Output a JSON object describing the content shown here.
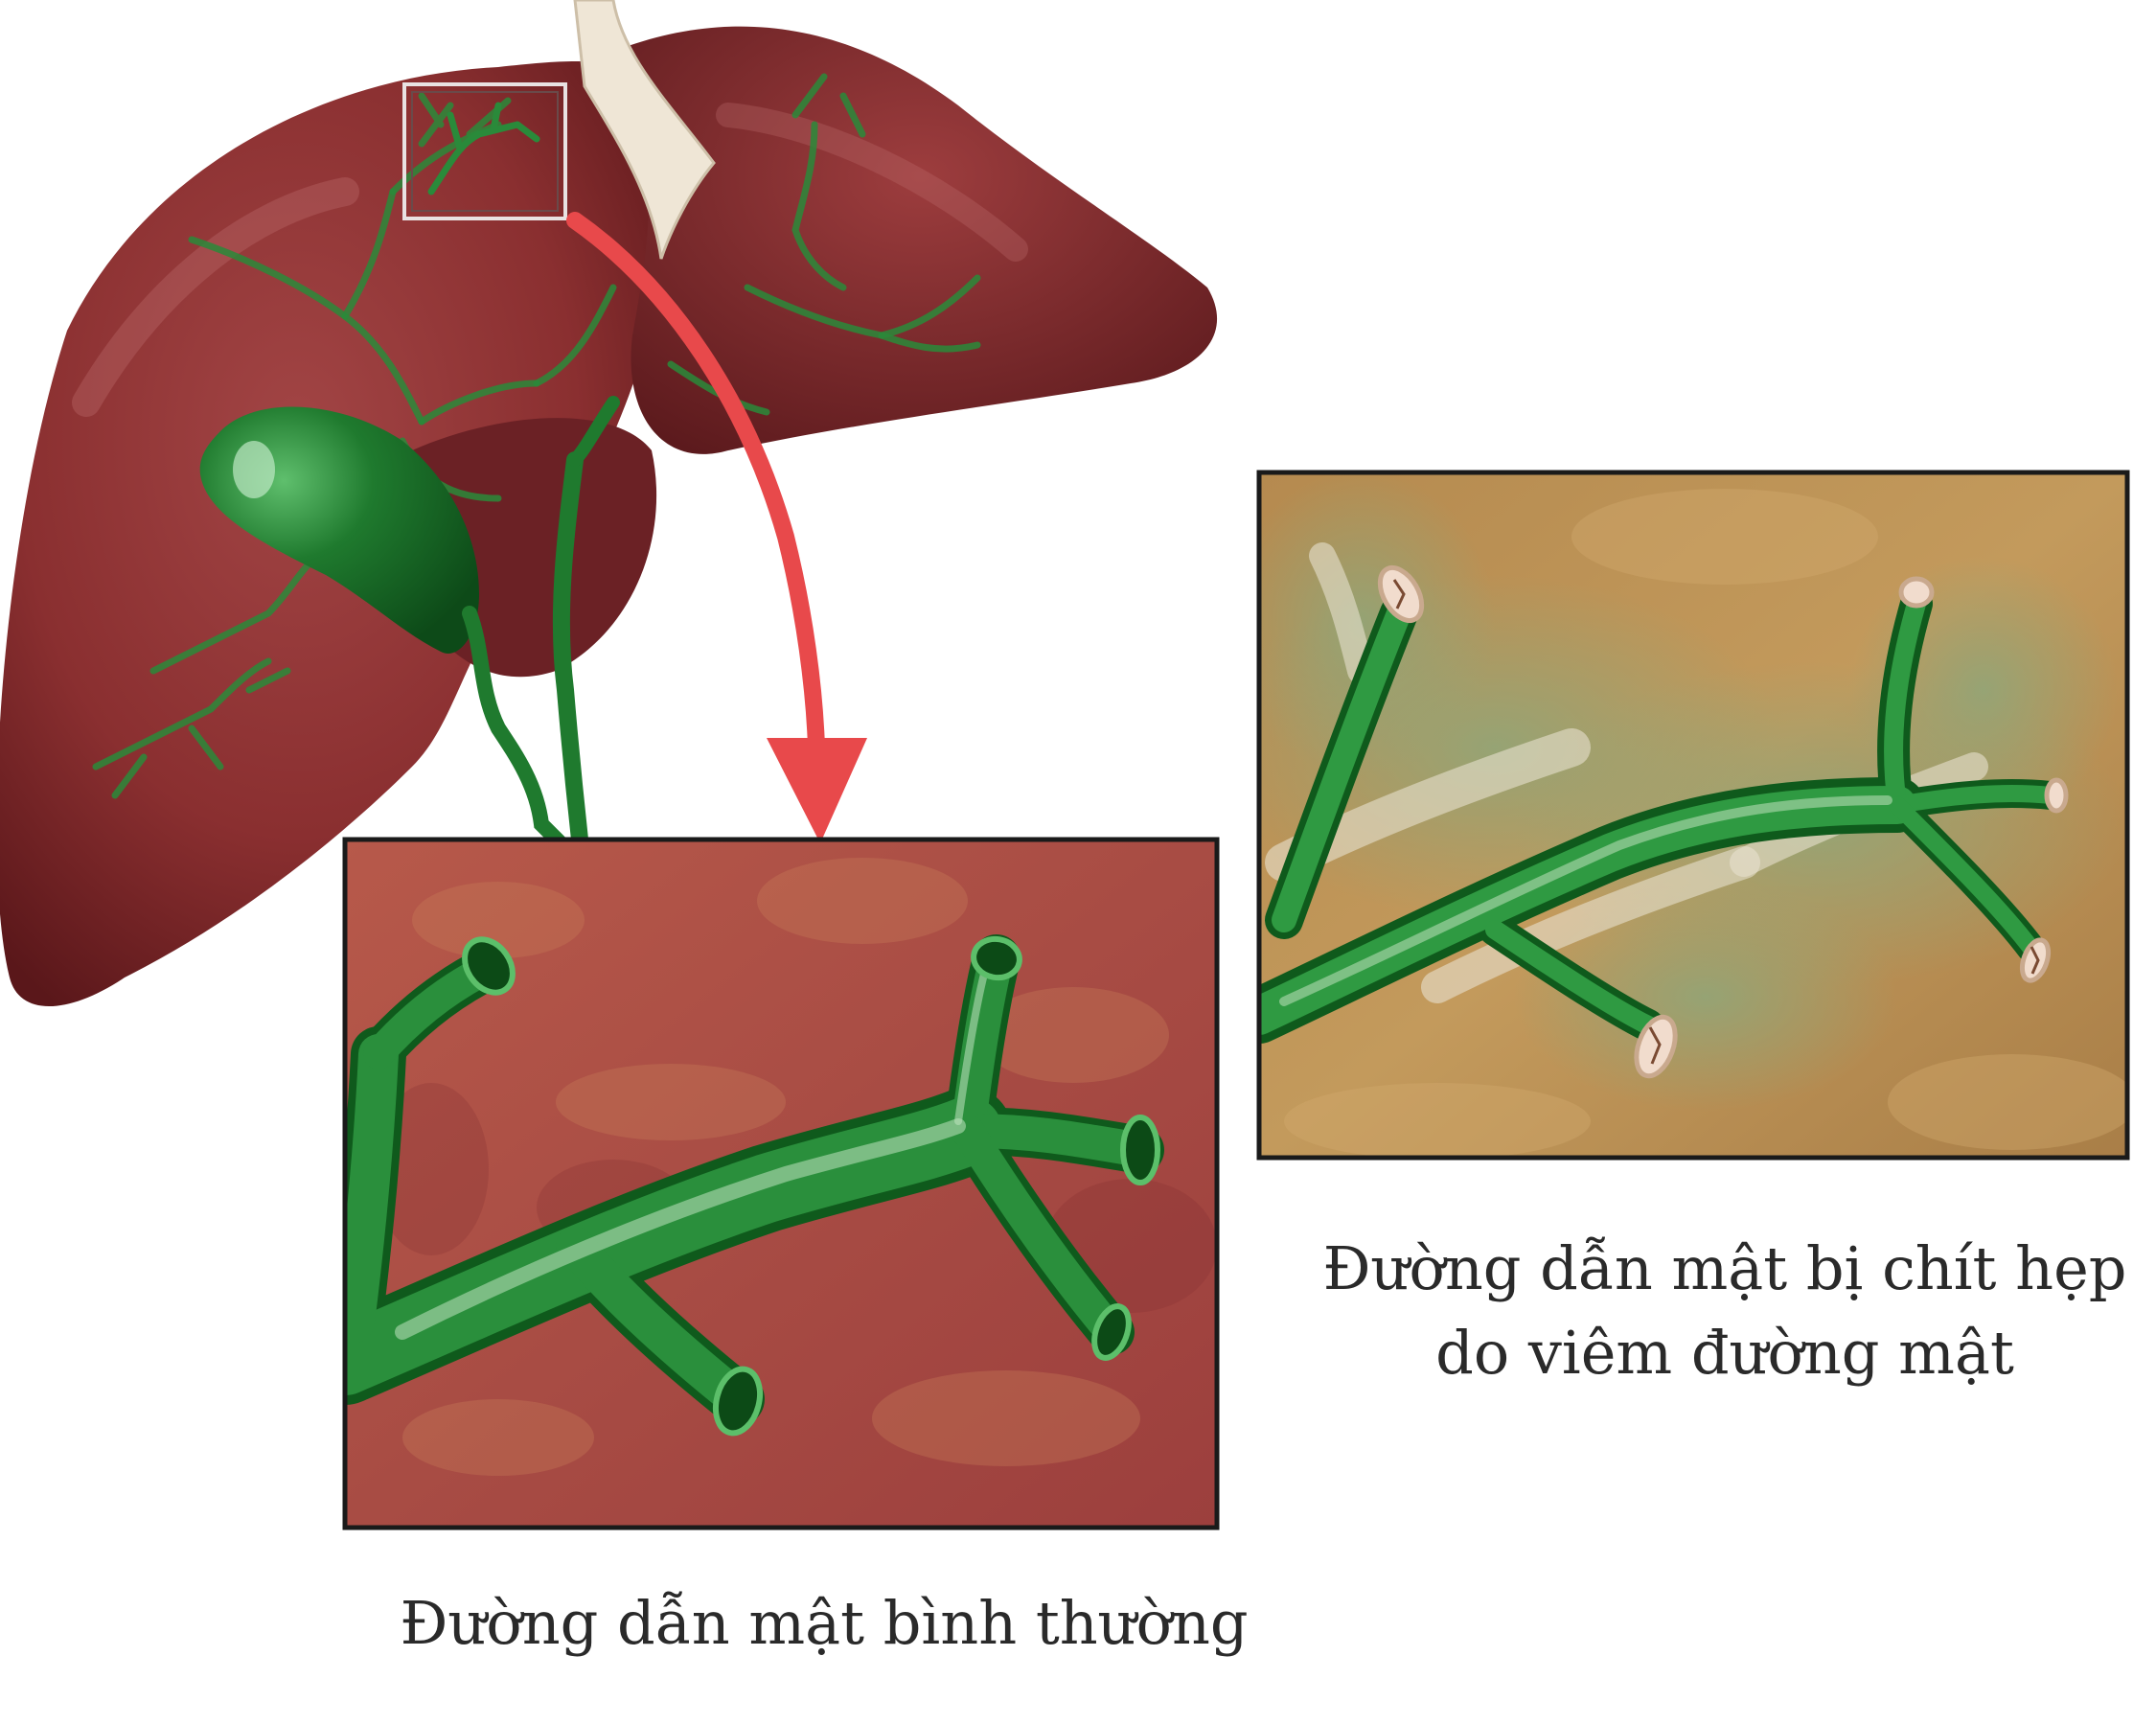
{
  "captions": {
    "normal": "Đường dẫn mật bình thường",
    "narrowed_line1": "Đường dẫn mật bị chít hẹp",
    "narrowed_line2": "do viêm đường mật"
  },
  "colors": {
    "liver": "#8a2f2f",
    "liver_dark": "#5e1a1c",
    "bile_duct_green": "#1f7a2e",
    "healthy_tissue": "#b85a48",
    "inflamed_tissue": "#b68c52",
    "arrow": "#e8494b"
  }
}
